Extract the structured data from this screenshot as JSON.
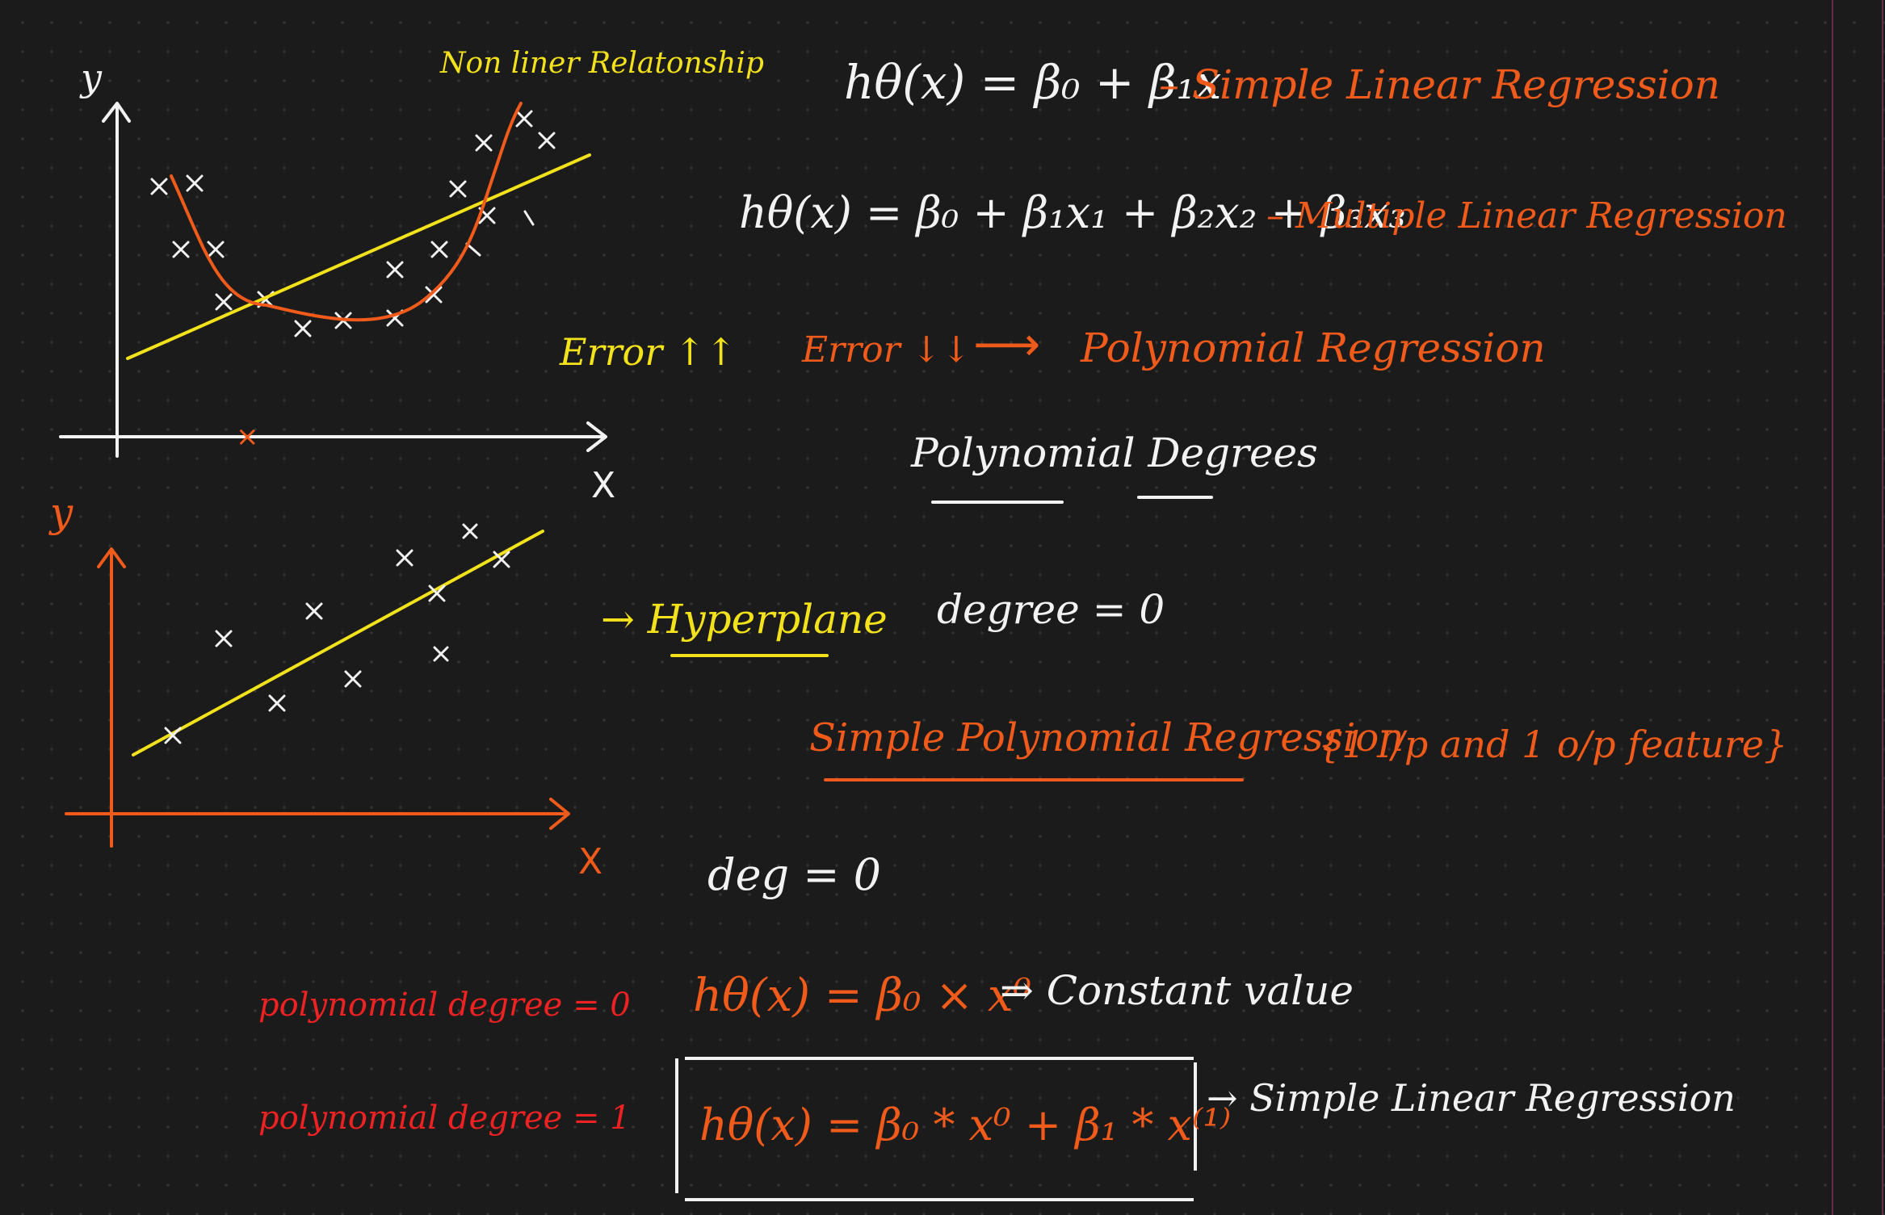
{
  "colors": {
    "background": "#1b1b1b",
    "white": "#f2f2f2",
    "yellow": "#f3e21b",
    "orange": "#f05a1a",
    "red": "#ee2222",
    "pink_edge": "#6a2b46"
  },
  "top_chart": {
    "title": "Non liner Relatonship",
    "y_label": "y",
    "x_label": "X",
    "x_axis_mark": "×"
  },
  "bottom_chart": {
    "y_label": "y",
    "x_label": "X"
  },
  "notes": {
    "simple_formula": "hθ(x) = β₀ + β₁x",
    "simple_name": "– Simple Linear Regression",
    "multiple_formula": "hθ(x) = β₀ + β₁x₁ + β₂x₂ + β₃x₃",
    "multiple_name": "– Multiple Linear Regression",
    "error_up": "Error ↑↑",
    "error_down": "Error ↓↓",
    "arrow": "⟶",
    "polynomial_regression": "Polynomial Regression",
    "polynomial_degrees": "Polynomial Degrees",
    "hyperplane": "→ Hyperplane",
    "degree_zero": "degree = 0",
    "simple_polynomial": "Simple Polynomial Regression",
    "io_feature": "{1 I/p and 1 o/p feature}",
    "deg_zero": "deg = 0",
    "poly_deg_0_label": "polynomial degree = 0",
    "poly_deg_0_formula": "hθ(x) = β₀ × x⁰",
    "constant_value": "⇒ Constant value",
    "poly_deg_1_label": "polynomial degree = 1",
    "poly_deg_1_formula": "hθ(x) = β₀ * x⁰ + β₁ * x⁽¹⁾",
    "simple_linear_result": "→ Simple Linear Regression"
  }
}
